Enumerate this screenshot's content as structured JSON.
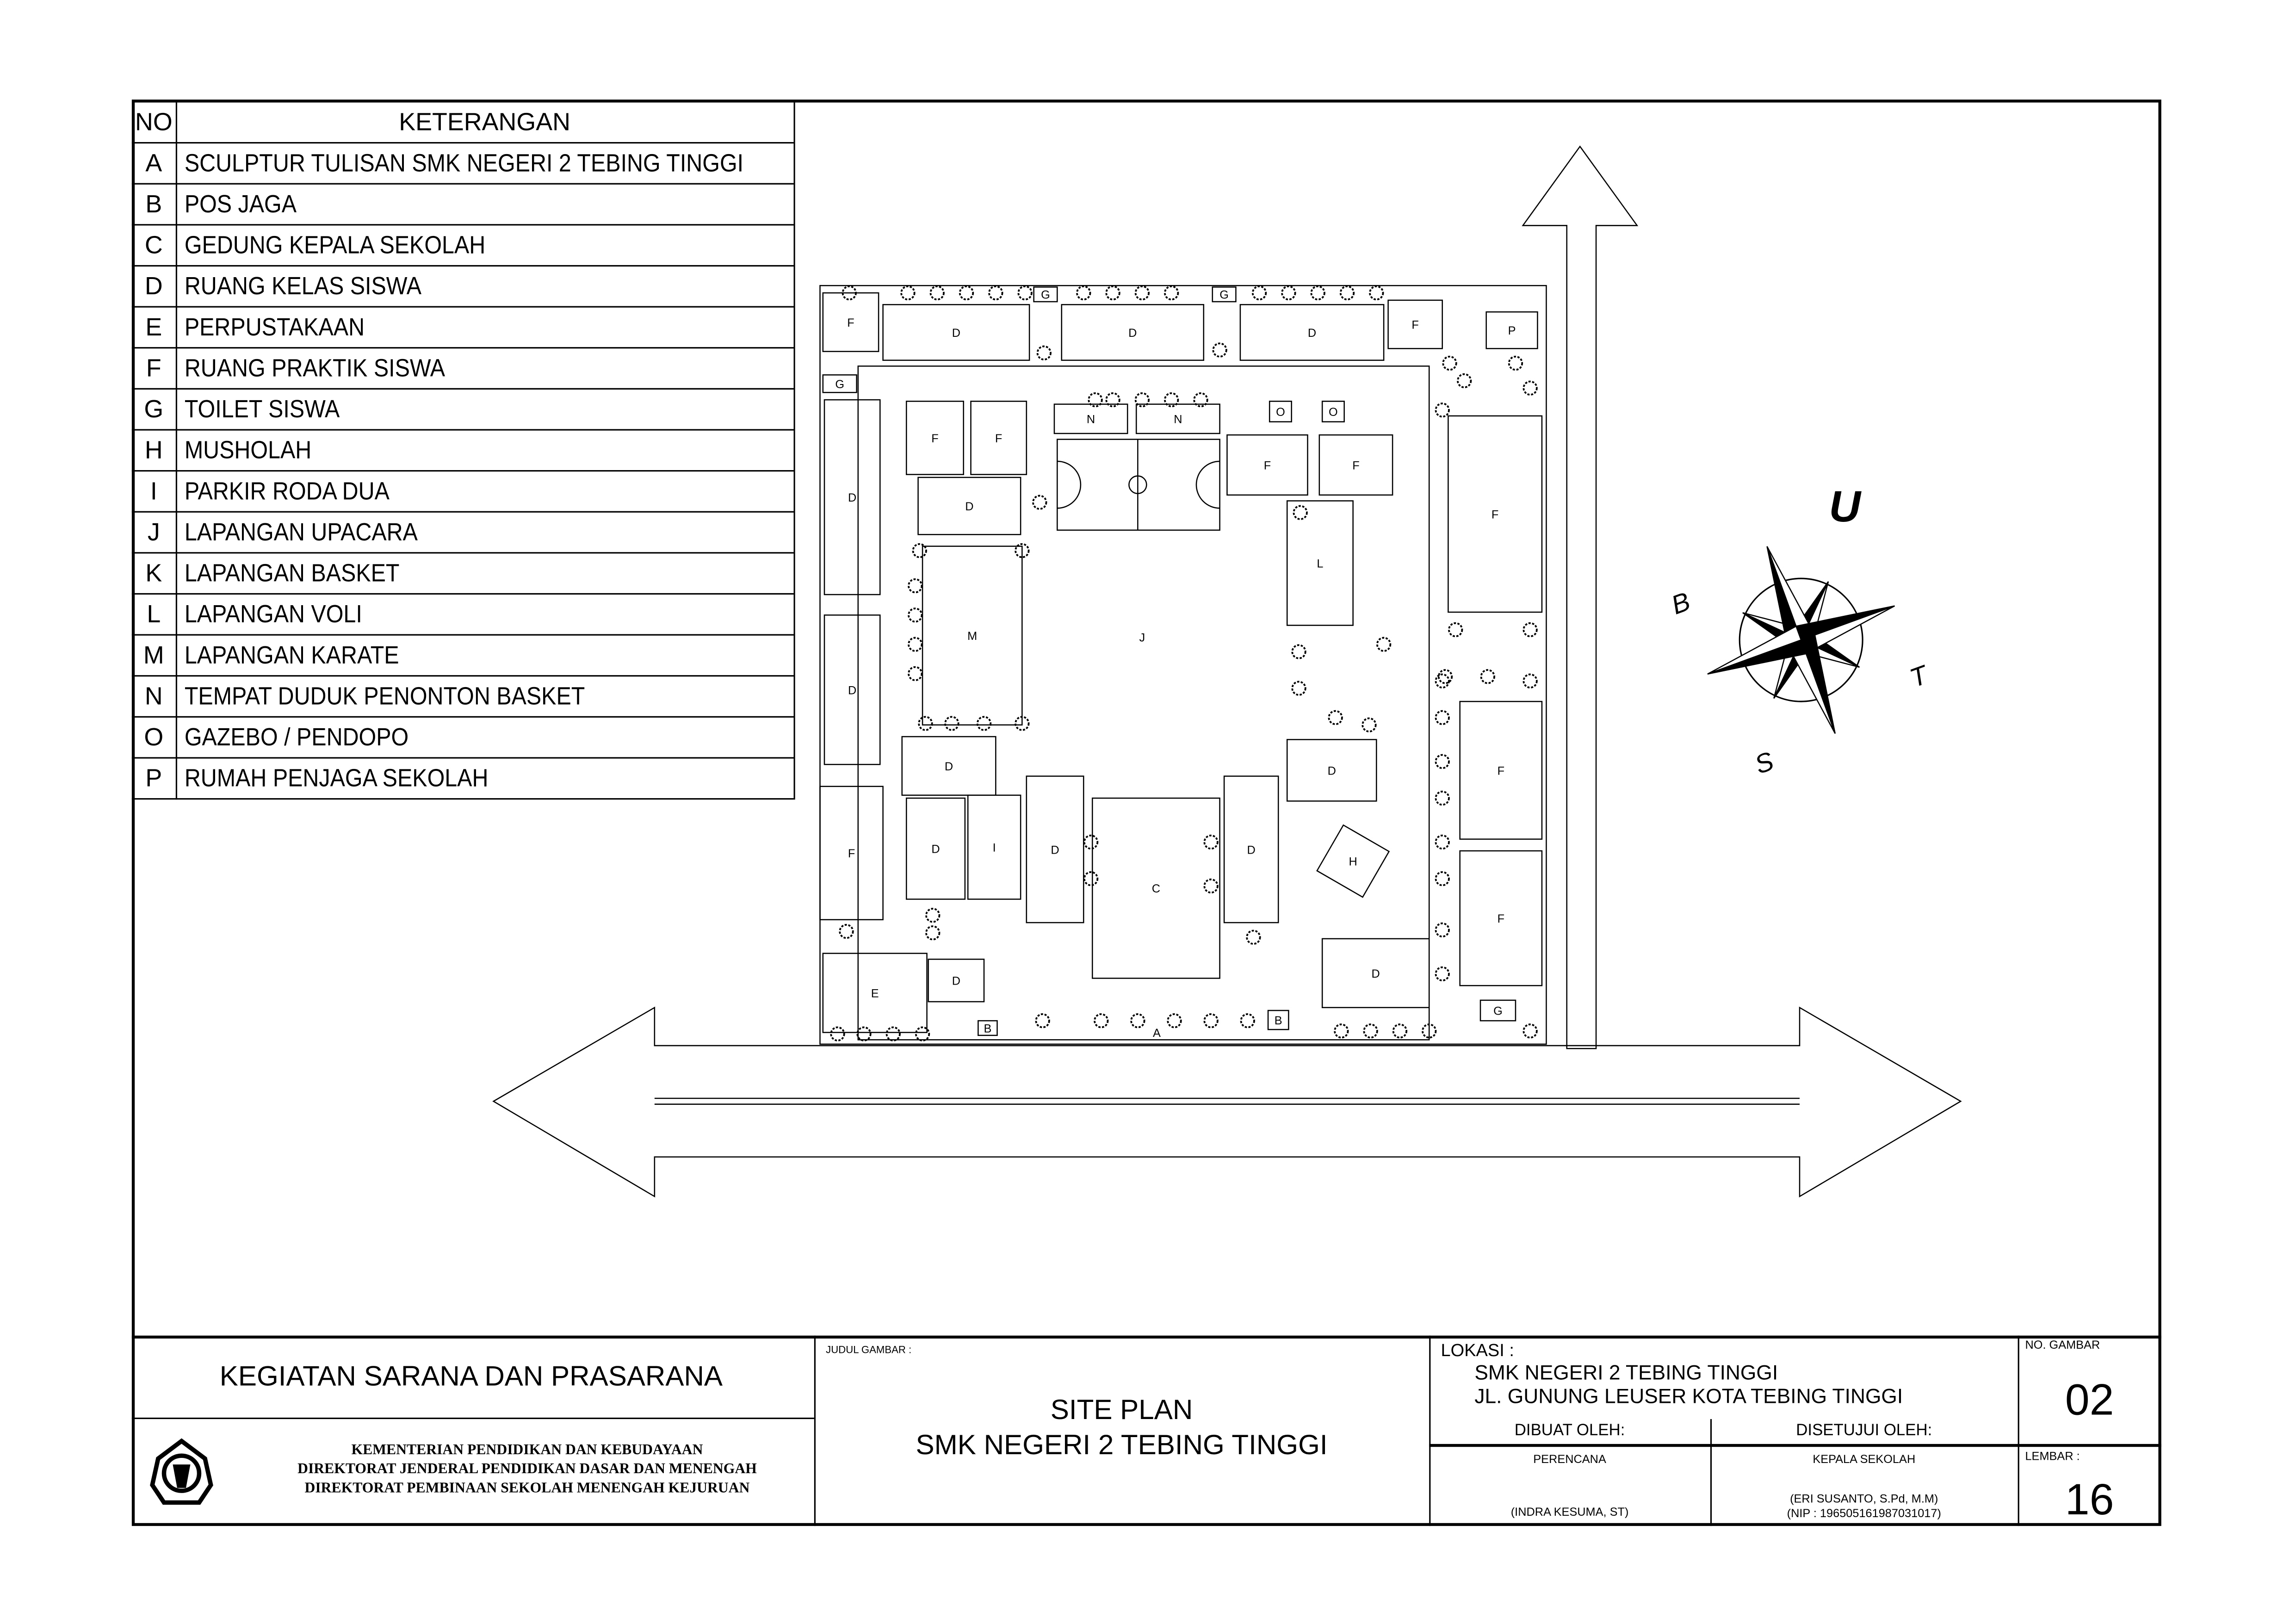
{
  "legend": {
    "header_no": "NO",
    "header_desc": "KETERANGAN",
    "rows": [
      {
        "no": "A",
        "desc": "SCULPTUR TULISAN SMK NEGERI 2 TEBING TINGGI"
      },
      {
        "no": "B",
        "desc": "POS JAGA"
      },
      {
        "no": "C",
        "desc": "GEDUNG KEPALA SEKOLAH"
      },
      {
        "no": "D",
        "desc": "RUANG KELAS SISWA"
      },
      {
        "no": "E",
        "desc": "PERPUSTAKAAN"
      },
      {
        "no": "F",
        "desc": "RUANG PRAKTIK SISWA"
      },
      {
        "no": "G",
        "desc": "TOILET SISWA"
      },
      {
        "no": "H",
        "desc": "MUSHOLAH"
      },
      {
        "no": "I",
        "desc": "PARKIR RODA DUA"
      },
      {
        "no": "J",
        "desc": "LAPANGAN UPACARA"
      },
      {
        "no": "K",
        "desc": "LAPANGAN BASKET"
      },
      {
        "no": "L",
        "desc": "LAPANGAN VOLI"
      },
      {
        "no": "M",
        "desc": "LAPANGAN KARATE"
      },
      {
        "no": "N",
        "desc": "TEMPAT DUDUK PENONTON BASKET"
      },
      {
        "no": "O",
        "desc": "GAZEBO / PENDOPO"
      },
      {
        "no": "P",
        "desc": "RUMAH PENJAGA SEKOLAH"
      }
    ]
  },
  "plan": {
    "labels": [
      "F",
      "D",
      "G",
      "D",
      "G",
      "D",
      "F",
      "P",
      "G",
      "D",
      "D",
      "F",
      "E",
      "D",
      "F",
      "F",
      "D",
      "M",
      "D",
      "D",
      "I",
      "D",
      "C",
      "D",
      "N",
      "N",
      "O",
      "O",
      "F",
      "F",
      "L",
      "D",
      "H",
      "D",
      "F",
      "F",
      "F",
      "G",
      "B",
      "B",
      "A",
      "J"
    ]
  },
  "compass": {
    "north": "U",
    "west": "B",
    "east": "T",
    "south": "S"
  },
  "title_block": {
    "activity": "KEGIATAN SARANA DAN PRASARANA",
    "ministry_lines": [
      "KEMENTERIAN PENDIDIKAN DAN KEBUDAYAAN",
      "DIREKTORAT JENDERAL PENDIDIKAN DASAR DAN MENENGAH",
      "DIREKTORAT PEMBINAAN SEKOLAH MENENGAH KEJURUAN"
    ],
    "judul_label": "JUDUL GAMBAR  :",
    "judul_lines": [
      "SITE PLAN",
      "SMK NEGERI 2 TEBING TINGGI"
    ],
    "lokasi_label": "LOKASI  :",
    "lokasi_lines": [
      "SMK NEGERI 2 TEBING TINGGI",
      "JL. GUNUNG LEUSER KOTA TEBING TINGGI"
    ],
    "dibuat_label": "DIBUAT OLEH:",
    "disetujui_label": "DISETUJUI OLEH:",
    "perencana_role": "PERENCANA",
    "perencana_name": "(INDRA KESUMA, ST)",
    "kepsek_role": "KEPALA SEKOLAH",
    "kepsek_name": "(ERI SUSANTO, S.Pd, M.M)",
    "kepsek_nip": "(NIP : 196505161987031017)",
    "no_gambar_label": "NO. GAMBAR",
    "no_gambar": "02",
    "lembar_label": "LEMBAR :",
    "lembar": "16"
  }
}
